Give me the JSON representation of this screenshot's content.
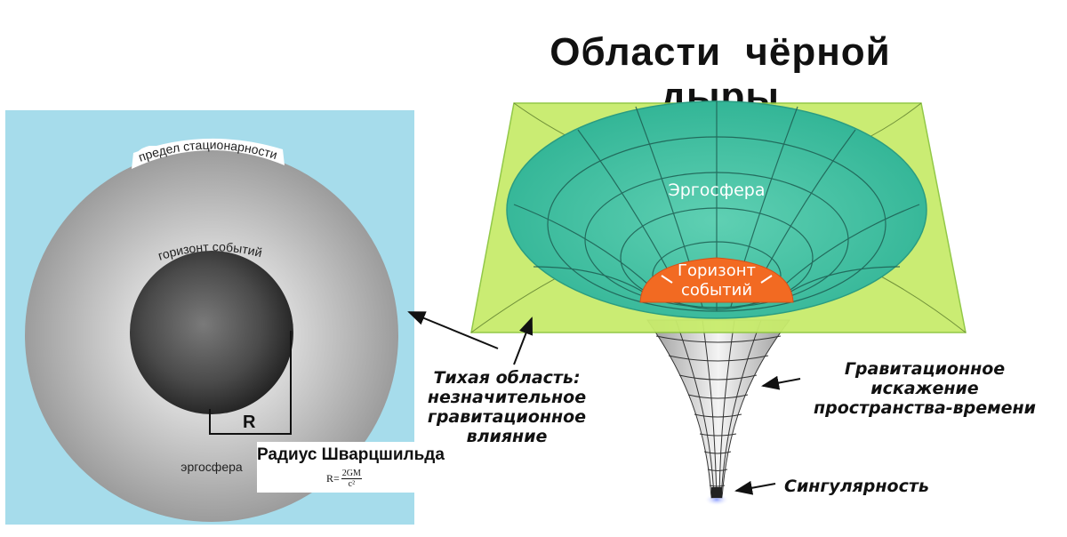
{
  "title": "Области чёрной дыры",
  "left_diagram": {
    "static_limit_label": "предел стационарности",
    "event_horizon_label": "горизонт событий",
    "ergosphere_label": "эргосфера",
    "radius_symbol": "R",
    "schwarzschild_title": "Радиус Шварцшильда",
    "formula_lhs": "R=",
    "formula_numerator": "2GM",
    "formula_denominator": "c²"
  },
  "right_diagram": {
    "ergosphere_label": "Эргосфера",
    "horizon_line1": "Горизонт",
    "horizon_line2": "событий"
  },
  "annotations": {
    "quiet_region": [
      "Тихая область:",
      "незначительное",
      "гравитационное",
      "влияние"
    ],
    "distortion": [
      "Гравитационное",
      "искажение",
      "пространства-времени"
    ],
    "singularity": "Сингулярность"
  },
  "colors": {
    "sky_blue": "#a6dceb",
    "gray_outer": "#a8a8a8",
    "sphere_dark": "#3a3a3a",
    "plane_green": "#c8ec6c",
    "ergo_teal": "#3fc6a6",
    "horizon_orange": "#f26a22"
  }
}
